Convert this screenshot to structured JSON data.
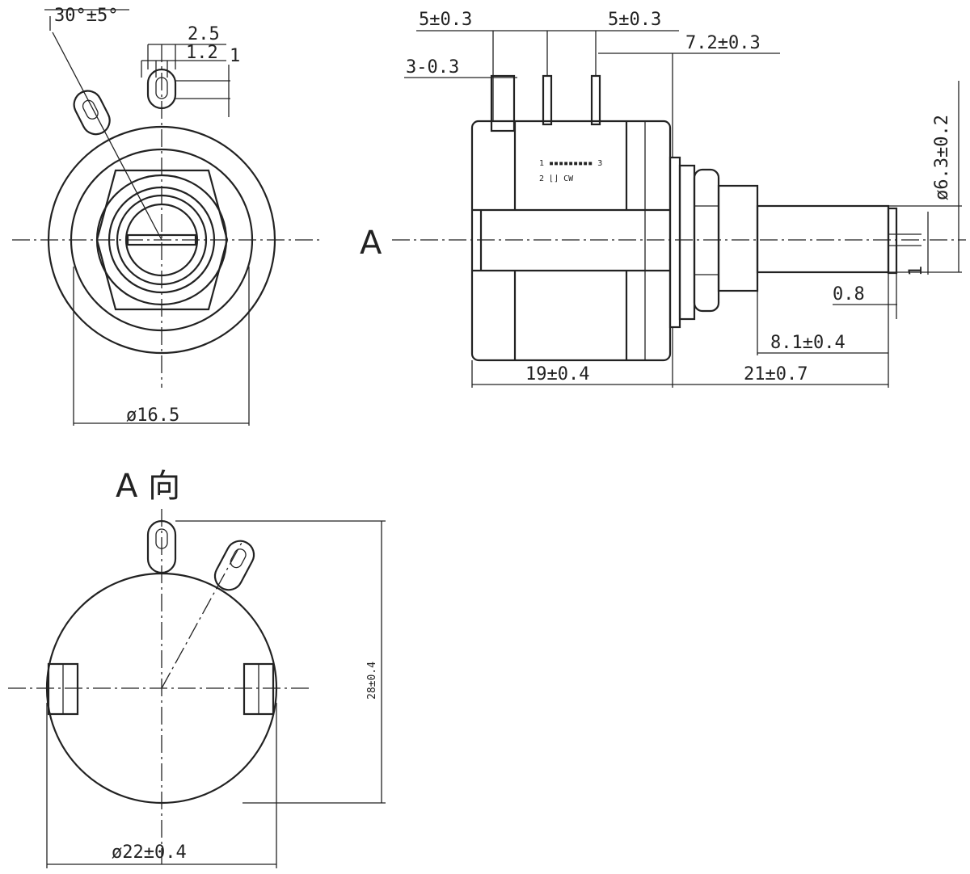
{
  "drawing": {
    "front_view": {
      "angle_tol": "30°±5°",
      "lug_width": "2.5",
      "lug_slot": "1.2",
      "lug_thick": "1",
      "body_dia": "ø16.5"
    },
    "side_view": {
      "term_pitch_a": "5±0.3",
      "term_pitch_b": "5±0.3",
      "term_offset": "3-0.3",
      "bushing_offset": "7.2±0.3",
      "shaft_dia": "ø6.3±0.2",
      "view_arrow": "A",
      "slot_depth": "1",
      "slot_width": "0.8",
      "thread_len": "8.1±0.4",
      "body_len": "19±0.4",
      "shaft_len": "21±0.7",
      "marking_line1": "1 ▪▪▪▪▪▪▪▪▪ 3",
      "marking_line2": "2 ⌊⌋ CW"
    },
    "rear_view": {
      "title": "A 向",
      "height": "28±0.4",
      "body_dia": "ø22±0.4"
    }
  }
}
